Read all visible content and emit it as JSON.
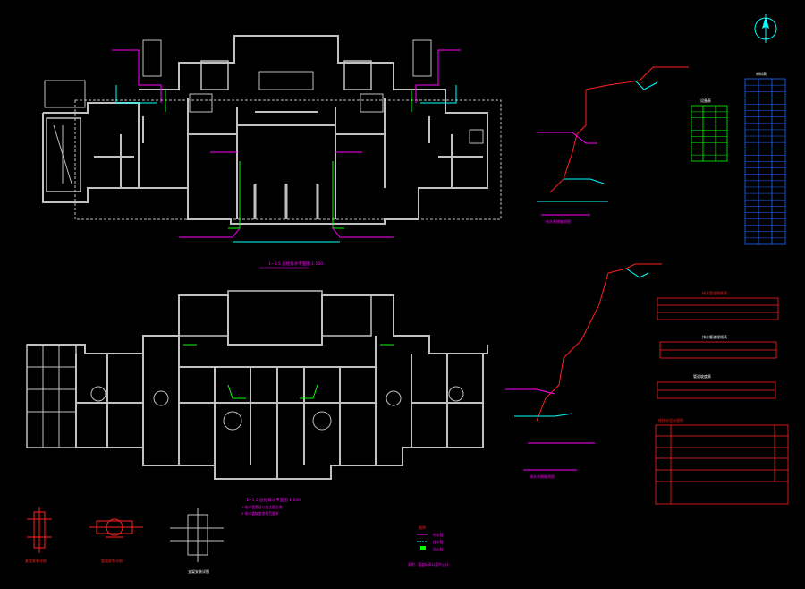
{
  "colors": {
    "background": "#000000",
    "wall": "#c0c0c0",
    "pipe_red": "#ff2020",
    "pipe_magenta": "#ff00ff",
    "pipe_cyan": "#00ffff",
    "pipe_green": "#00ff00",
    "table_blue": "#1e6cff",
    "table_green": "#00ff00",
    "table_red": "#ff2020",
    "text_white": "#ffffff"
  },
  "compass": {
    "icon": "north-arrow-icon"
  },
  "plans": [
    {
      "id": "upper-floor-plan",
      "caption": "1~1.5 层给排水平面图 1:100"
    },
    {
      "id": "lower-floor-plan",
      "caption": "1~1.5 层给排水平面图 1:100"
    }
  ],
  "lower_plan_notes": [
    "1.给水管管径以施工图为准",
    "2.排水管坡度按规范要求"
  ],
  "isometric_diagrams": [
    {
      "id": "supply-riser-upper",
      "caption": "给水系统轴测图"
    },
    {
      "id": "supply-riser-lower",
      "caption": "排水系统轴测图"
    }
  ],
  "details": [
    {
      "id": "detail-1",
      "caption": "套管安装详图"
    },
    {
      "id": "detail-2",
      "caption": "管道安装详图"
    },
    {
      "id": "detail-3",
      "caption": "支架安装详图"
    }
  ],
  "legend": {
    "title": "图例",
    "items": [
      "给水管",
      "排水管",
      "消火栓"
    ],
    "note": "说明：管道标高以管中心计"
  },
  "tables": {
    "blue_title": "材料表",
    "green_title": "设备表",
    "red1_title": "给水管道规格表",
    "red2_title": "排水管道规格表",
    "red3_title": "管道坡度表",
    "red4_title": "给排水设计说明"
  }
}
